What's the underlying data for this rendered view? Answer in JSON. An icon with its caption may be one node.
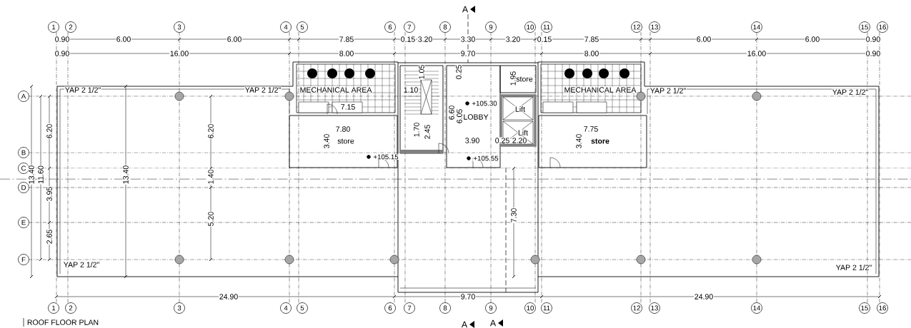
{
  "diagram": {
    "title": "ROOF FLOOR PLAN",
    "labels": [
      "A",
      "1",
      "2",
      "3",
      "4",
      "5",
      "6",
      "7",
      "8",
      "9",
      "10",
      "11",
      "12",
      "13",
      "14",
      "15",
      "16",
      "0.90",
      "6.00",
      "6.00",
      "7.85",
      "0.15",
      "3.20",
      "3.30",
      "3.20",
      "0.15",
      "7.85",
      "6.00",
      "6.00",
      "0.90",
      "0.90",
      "16.00",
      "8.00",
      "9.70",
      "8.00",
      "16.00",
      "0.90",
      "A",
      "B",
      "C",
      "D",
      "E",
      "F",
      "1.05",
      "0.25",
      "1.95",
      "store",
      "YAP 2 1/2\"",
      "YAP 2 1/2\"",
      "MECHANICAL AREA",
      "1.10",
      "MECHANICAL AREA",
      "YAP 2 1/2\"",
      "YAP 2 1/2\"",
      "7.15",
      "6.60",
      "6.05",
      "LOBBY",
      "+105.30",
      "Lift",
      "6.20",
      "6.20",
      "3.40",
      "7.80",
      "store",
      "1.70",
      "2.45",
      "3.90",
      "0.25",
      "2.20",
      "Lift",
      "3.40",
      "7.75",
      "store",
      "+105.15",
      "+105.55",
      "13.40",
      "11.60",
      "13.40",
      "1.40",
      "3.95",
      "5.20",
      "7.30",
      "2.65",
      "YAP 2 1/2\"",
      "YAP 2 1/2\"",
      "24.90",
      "9.70",
      "24.90",
      "1",
      "2",
      "3",
      "4",
      "5",
      "6",
      "7",
      "8",
      "9",
      "10",
      "11",
      "12",
      "13",
      "14",
      "15",
      "16",
      "A",
      "A"
    ]
  }
}
